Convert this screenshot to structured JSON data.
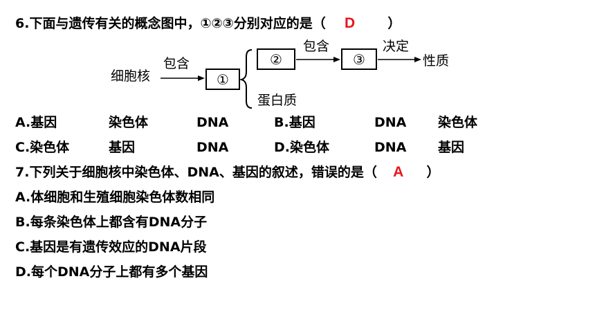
{
  "q6": {
    "stem": "6.下面与遗传有关的概念图中，①②③分别对应的是（",
    "answer": "D",
    "close": "）",
    "diagram": {
      "nucleus": "细胞核",
      "contains1": "包含",
      "box1": "①",
      "box2": "②",
      "contains2": "包含",
      "box3": "③",
      "determines": "决定",
      "trait": "性质",
      "protein": "蛋白质"
    },
    "options": [
      {
        "label": "A.基因",
        "c2": "染色体",
        "c3": "DNA"
      },
      {
        "label": "B.基因",
        "c2": "DNA",
        "c3": "染色体"
      },
      {
        "label": "C.染色体",
        "c2": "基因",
        "c3": "DNA"
      },
      {
        "label": "D.染色体",
        "c2": "DNA",
        "c3": "基因"
      }
    ]
  },
  "q7": {
    "stem": "7.下列关于细胞核中染色体、DNA、基因的叙述，错误的是（",
    "answer": "A",
    "close": "）",
    "options": [
      "A.体细胞和生殖细胞染色体数相同",
      "B.每条染色体上都含有DNA分子",
      "C.基因是有遗传效应的DNA片段",
      "D.每个DNA分子上都有多个基因"
    ]
  }
}
